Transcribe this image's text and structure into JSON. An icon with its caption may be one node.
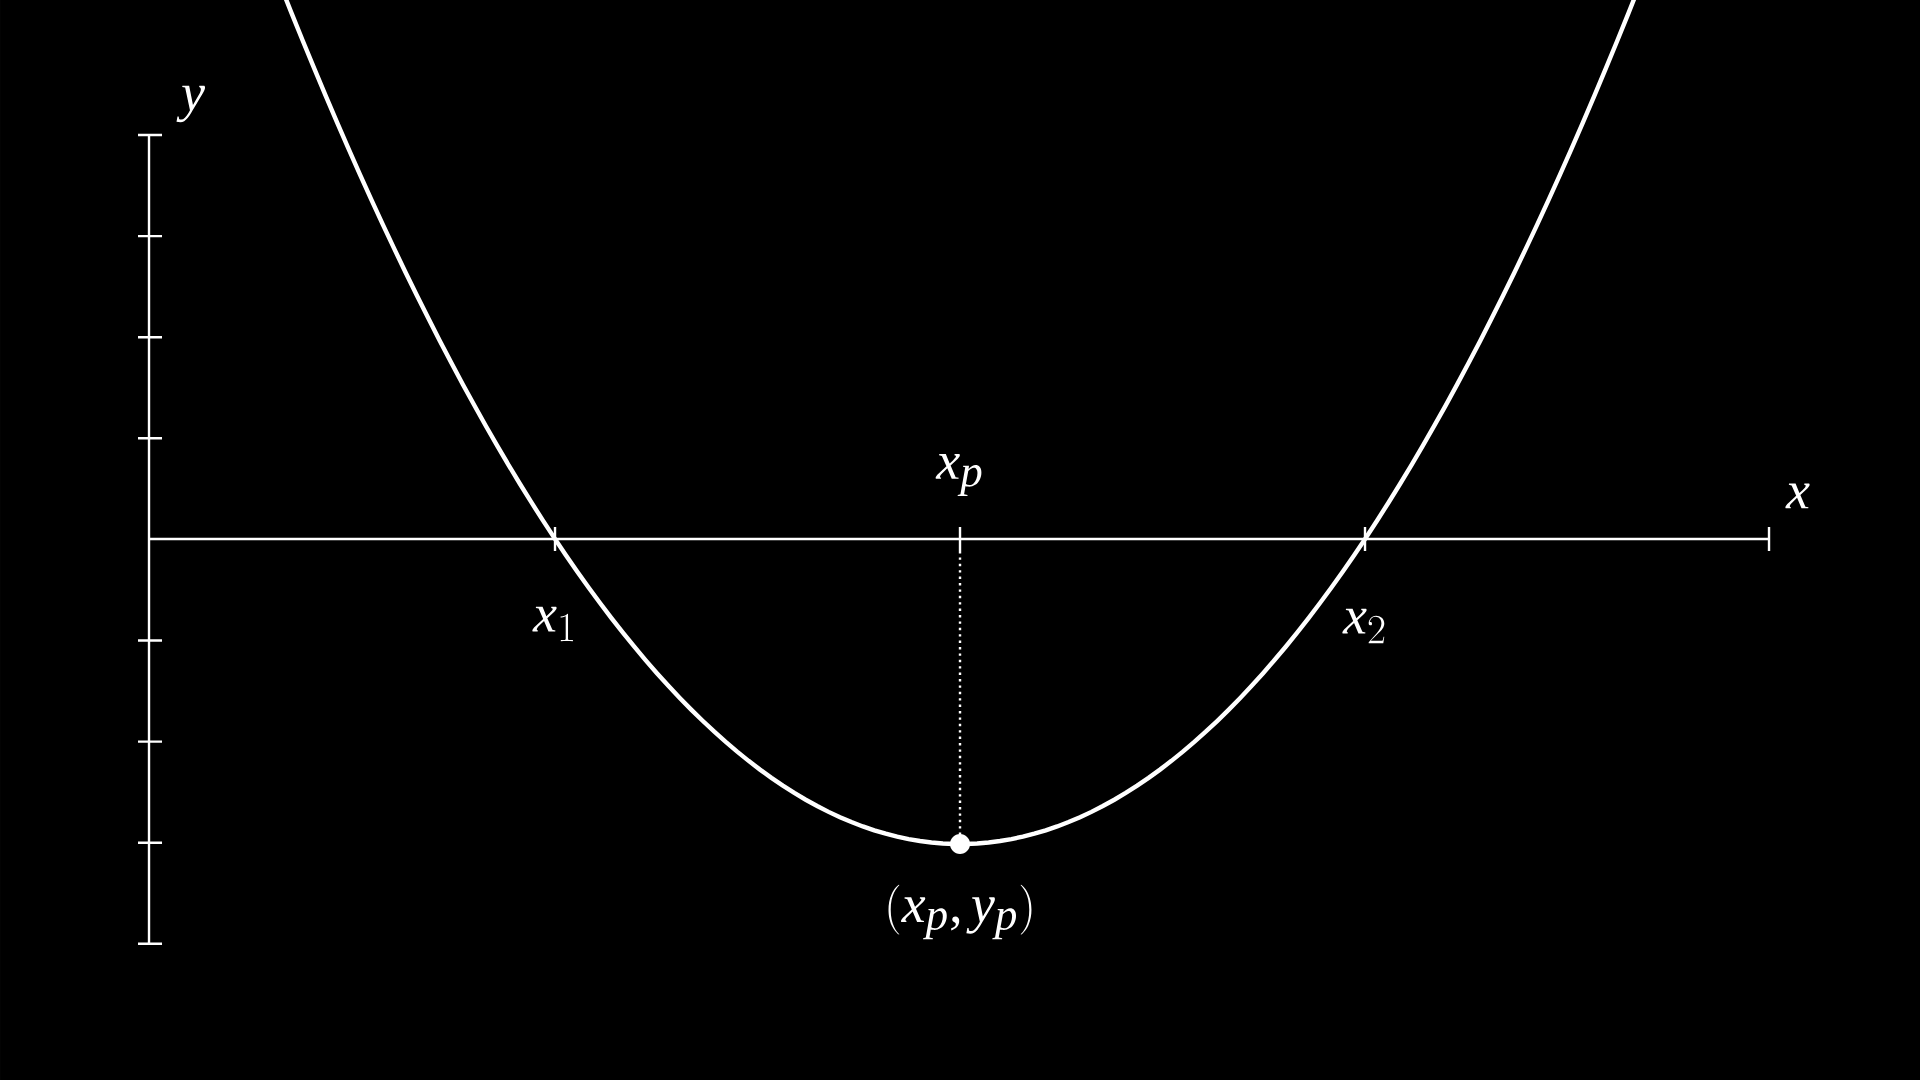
{
  "diagram": {
    "labels": [
      "y",
      "x_p",
      "x",
      "x_1",
      "x_2",
      "(x_p, y_p)"
    ]
  }
}
